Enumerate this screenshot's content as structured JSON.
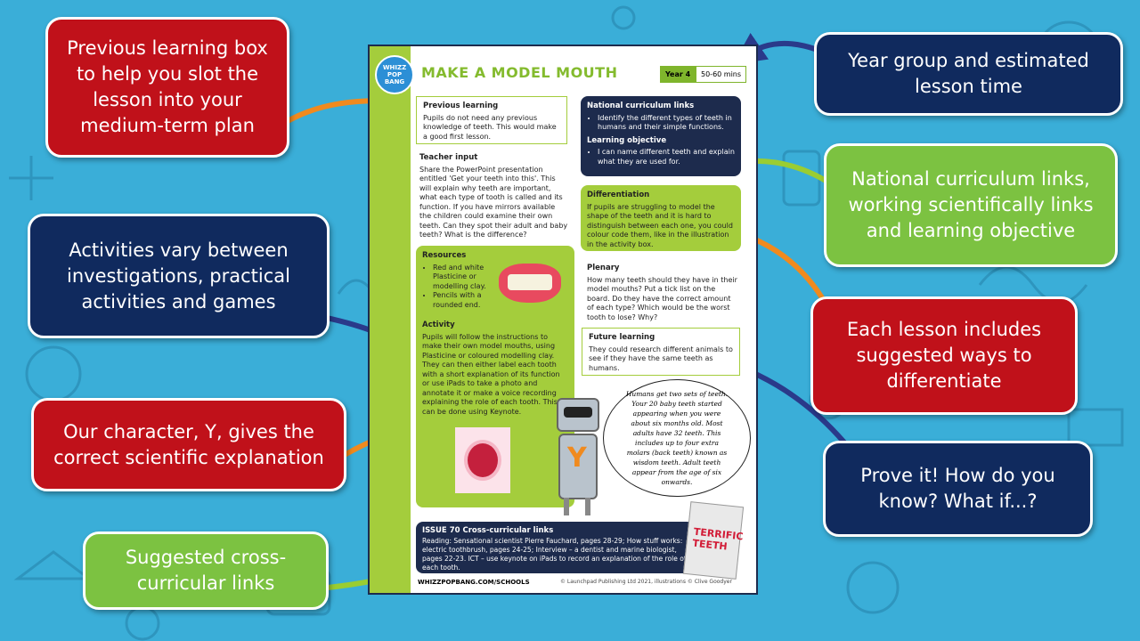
{
  "callouts": {
    "previous": "Previous learning box to help you slot the lesson into your medium-term plan",
    "year": "Year group and estimated lesson time",
    "curriculum": "National curriculum links, working scientifically links and learning objective",
    "activities": "Activities vary between investigations, practical activities and games",
    "differentiate": "Each lesson includes suggested ways to differentiate",
    "character": "Our character, Y, gives the correct scientific explanation",
    "prove": "Prove it! How do you know? What if...?",
    "crosscurricular": "Suggested cross-curricular links"
  },
  "sheet": {
    "logo": "WHIZZ POP BANG",
    "title": "MAKE A MODEL MOUTH",
    "year": "Year 4",
    "time": "50-60 mins",
    "previous_learning": {
      "heading": "Previous learning",
      "text": "Pupils do not need any previous knowledge of teeth. This would make a good first lesson."
    },
    "teacher_input": {
      "heading": "Teacher input",
      "text": "Share the PowerPoint presentation entitled 'Get your teeth into this'. This will explain why teeth are important, what each type of tooth is called and its function. If you have mirrors available the children could examine their own teeth. Can they spot their adult and baby teeth? What is the difference?"
    },
    "curriculum_links": {
      "heading": "National curriculum links",
      "item": "Identify the different types of teeth in humans and their simple functions.",
      "objective_heading": "Learning objective",
      "objective": "I can name different teeth and explain what they are used for."
    },
    "differentiation": {
      "heading": "Differentiation",
      "text": "If pupils are struggling to model the shape of the teeth and it is hard to distinguish between each one, you could colour code them, like in the illustration in the activity box."
    },
    "resources": {
      "heading": "Resources",
      "item1": "Red and white Plasticine or modelling clay.",
      "item2": "Pencils with a rounded end."
    },
    "activity": {
      "heading": "Activity",
      "text": "Pupils will follow the instructions to make their own model mouths, using Plasticine or coloured modelling clay. They can then either label each tooth with a short explanation of its function or use iPads to take a photo and annotate it or make a voice recording explaining the role of each tooth. This can be done using Keynote."
    },
    "plenary": {
      "heading": "Plenary",
      "text": "How many teeth should they have in their model mouths? Put a tick list on the board. Do they have the correct amount of each type? Which would be the worst tooth to lose? Why?"
    },
    "future_learning": {
      "heading": "Future learning",
      "text": "They could research different animals to see if they have the same teeth as humans."
    },
    "bubble": "Humans get two sets of teeth. Your 20 baby teeth started appearing when you were about six months old. Most adults have 32 teeth. This includes up to four extra molars (back teeth) known as wisdom teeth. Adult teeth appear from the age of six onwards.",
    "cross": {
      "heading": "ISSUE 70 Cross-curricular links",
      "text": "Reading: Sensational scientist Pierre Fauchard, pages 28-29; How stuff works: electric toothbrush, pages 24-25; Interview – a dentist and marine biologist, pages 22-23. ICT – use keynote on iPads to record an explanation of the role of each tooth."
    },
    "magazine": "TERRIFIC TEETH",
    "website": "WHIZZPOPBANG.COM/SCHOOLS",
    "copyright": "© Launchpad Publishing Ltd 2021, illustrations © Clive Goodyer"
  },
  "colors": {
    "background": "#3aaed8",
    "red": "#c0111a",
    "navy": "#102a5e",
    "green": "#7cc241",
    "arrow_orange": "#f08a1e",
    "arrow_navy": "#2a3a8a",
    "arrow_green": "#9acd32"
  }
}
